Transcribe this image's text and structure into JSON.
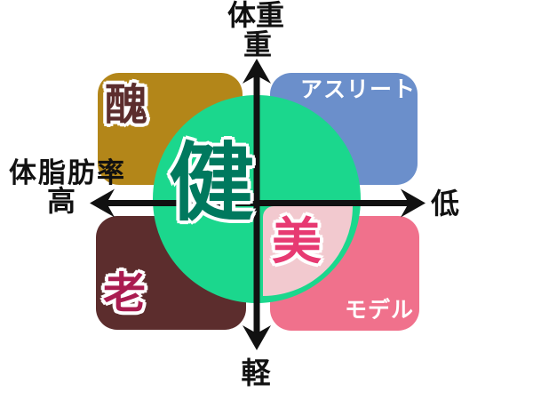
{
  "diagram": {
    "title_hint": "weight vs body-fat quadrant diagram",
    "center": {
      "label": "健"
    },
    "beauty": {
      "label": "美"
    },
    "quadrants": {
      "top_left": {
        "label": "醜",
        "bg": "#B38619",
        "text_color": "#5C2D2D"
      },
      "top_right": {
        "label": "アスリート",
        "bg": "#6B8FCB",
        "text_color": "#FFFFFF"
      },
      "bottom_left": {
        "label": "老",
        "bg": "#5C2D2D",
        "text_color": "#AA1C50"
      },
      "bottom_right": {
        "label": "モデル",
        "bg": "#F0718C",
        "text_color": "#FFFFFF"
      }
    },
    "axes": {
      "vertical": {
        "title": "体重",
        "top_label": "重",
        "bottom_label": "軽"
      },
      "horizontal": {
        "title": "体脂肪率",
        "left_label": "高",
        "right_label": "低"
      },
      "color": "#111111"
    },
    "colors": {
      "circle": "#1BD78D",
      "quarter": "#F2C9CF",
      "center_text": "#00795E",
      "beauty_text": "#E73A72",
      "background": "#FFFFFF"
    }
  }
}
